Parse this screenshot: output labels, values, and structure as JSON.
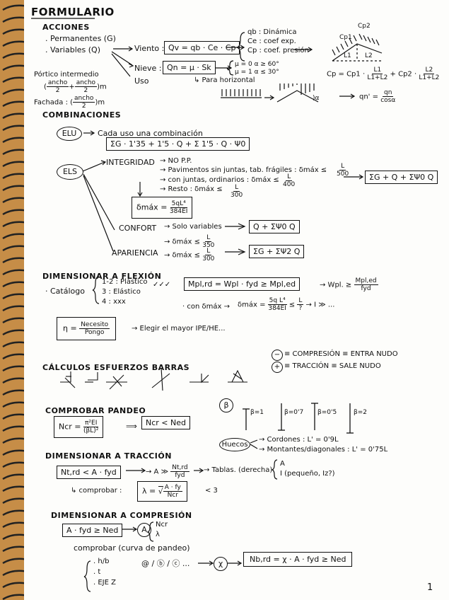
{
  "page": {
    "title": "FORMULARIO",
    "number": "1",
    "colors": {
      "spine": "#c68d47",
      "ink": "#111111",
      "paper": "#fdfdfb"
    }
  },
  "acciones": {
    "header": "ACCIONES",
    "permanentes": ". Permanentes (G)",
    "variables": ". Variables (Q)",
    "viento_label": "Viento :",
    "viento_formula": "Qv = qb · Ce · Cp",
    "viento_defs": [
      "qb : Dinámica",
      "Ce : coef exp.",
      "Cp : coef. presión"
    ],
    "nieve_label": "Nieve :",
    "nieve_formula": "Qn = μ · Sk",
    "nieve_cases": [
      "μ = 0   α ≥ 60°",
      "μ = 1   α ≤ 30°"
    ],
    "nieve_note": "↳ Para horizontal",
    "uso_label": "Uso",
    "portico": "Pórtico intermedio",
    "portico_num1": "ancho",
    "portico_den1": "2",
    "portico_num2": "ancho",
    "portico_den2": "2",
    "portico_unit": "m",
    "fachada": "Fachada :",
    "fachada_num": "ancho",
    "fachada_den": "2",
    "fachada_unit": "m",
    "cp_labels": [
      "Cp2",
      "Cp1",
      "L1",
      "L2"
    ],
    "cp_formula_left": "Cp = Cp1 ·",
    "cp_frac1_num": "L1",
    "cp_frac1_den": "L1+L2",
    "cp_formula_mid": "+ Cp2 ·",
    "cp_frac2_num": "L2",
    "cp_frac2_den": "L1+L2",
    "roof_alpha": ")α",
    "qn_left": "qn' =",
    "qn_num": "qn",
    "qn_den": "cosα"
  },
  "combinaciones": {
    "header": "COMBINACIONES",
    "elu": "ELU",
    "elu_text": "Cada uso una combinación",
    "elu_formula": "ΣG · 1'35 + 1'5 · Q + Σ 1'5 · Q · Ψ0",
    "els": "ELS",
    "integridad": "INTEGRIDAD",
    "int_lines": [
      "→ NO P.P.",
      "→ Pavimentos sin juntas, tab. frágiles :  δmáx ≤",
      "→ con juntas, ordinarios :  δmáx ≤",
      "→ Resto :  δmáx ≤"
    ],
    "int_denoms": [
      "500",
      "400",
      "300"
    ],
    "int_num": "L",
    "int_result": "ΣG + Q + ΣΨ0 Q",
    "delta_formula_left": "δmáx =",
    "delta_num": "5qL⁴",
    "delta_den": "384EI",
    "confort": "CONFORT",
    "confort_text": "→ Solo variables",
    "confort_limit": "→ δmáx ≤",
    "confort_den": "350",
    "confort_result": "Q + ΣΨ0 Q",
    "apariencia": "APARIENCIA",
    "apariencia_text": "→ δmáx ≤",
    "apariencia_den": "300",
    "apariencia_result": "ΣG + ΣΨ2 Q",
    "arrow_double": "⟹"
  },
  "flexion": {
    "header": "DIMENSIONAR A FLEXIÓN",
    "catalogo": "· Catálogo",
    "classes": [
      "1-2 : Plástico",
      "3 : Elástico",
      "4 : xxx"
    ],
    "checks": "✓✓✓",
    "formula": "Mpl,rd = Wpl · fyd ≥ Mpl,ed",
    "wpl_left": "→  Wpl. ≥",
    "wpl_num": "Mpl,ed",
    "wpl_den": "fyd",
    "con_smax": "· con δmáx →",
    "smax_left": "δmáx =",
    "smax_num": "5q L⁴",
    "smax_den": "384EI",
    "smax_right": "≤",
    "smax_num2": "L",
    "smax_den2": "?",
    "inercia": "→  I ≫ ...",
    "eta_left": "η =",
    "eta_num": "Necesito",
    "eta_den": "Pongo",
    "elegir": "→ Elegir el mayor IPE/HE..."
  },
  "esfuerzos": {
    "header": "CÁLCULOS ESFUERZOS BARRAS",
    "compresion": "≡ COMPRESIÓN ≡ ENTRA NUDO",
    "traccion": "≡ TRACCIÓN ≡ SALE NUDO",
    "minus": "−",
    "plus": "+"
  },
  "pandeo": {
    "header": "COMPROBAR PANDEO",
    "ncr_left": "Ncr =",
    "ncr_num": "π²EI",
    "ncr_den": "(βL)²",
    "ncr_check": "Ncr < Ned",
    "beta": "β",
    "beta_values": [
      "β=1",
      "β=0'7",
      "β=0'5",
      "β=2"
    ],
    "huecos": "Huecos",
    "huecos_lines": [
      "→ Cordones : L' = 0'9L",
      "→ Montantes/diagonales : L' = 0'75L"
    ]
  },
  "traccion": {
    "header": "DIMENSIONAR A TRACCIÓN",
    "formula": "Nt,rd < A · fyd",
    "a_left": "→  A ≫",
    "a_num": "Nt,rd",
    "a_den": "fyd",
    "tablas": "→ Tablas. (derecha)",
    "brace_a": "A",
    "brace_i": "I  (pequeño, Iz?)",
    "comprobar": "↳ comprobar :",
    "lambda_left": "λ =",
    "lambda_num": "A · fy",
    "lambda_den": "Ncr",
    "lambda_limit": "< 3"
  },
  "compresion": {
    "header": "DIMENSIONAR A COMPRESIÓN",
    "formula": "A · fyd ≥ Ned",
    "a_circle": "A",
    "brace": [
      "Ncr",
      "λ"
    ],
    "comprobar": "comprobar (curva de pandeo)",
    "params": [
      ". h/b",
      ". t",
      ". EJE Z"
    ],
    "curvas": "@ / ⓑ / ⓒ ...",
    "chi": "χ",
    "nb_formula": "Nb,rd = χ · A · fyd ≥ Ned"
  }
}
